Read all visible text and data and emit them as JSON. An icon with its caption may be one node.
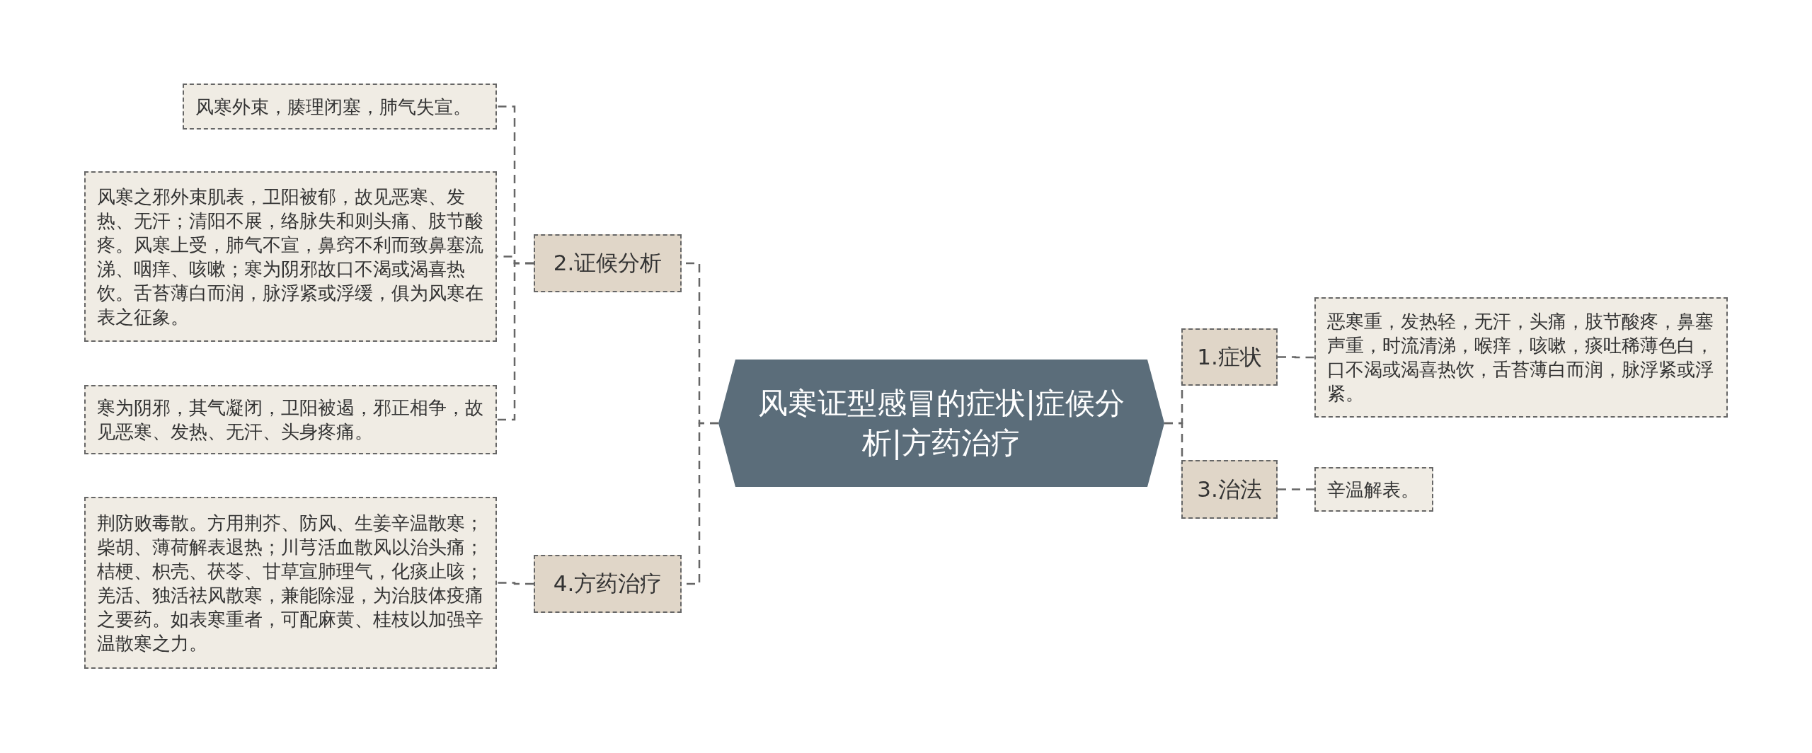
{
  "diagram": {
    "nodes": [
      {
        "text": [
          "风寒证型感冒的症状|症候分析|方药治疗"
        ]
      },
      {
        "text": [
          "1.症状"
        ]
      },
      {
        "text": [
          "恶寒重，发热轻，无汗，头痛，肢节酸疼，鼻塞声重，时流清涕，喉痒，咳嗽，痰吐稀薄色白，口不渴或渴喜热饮，舌苔薄白而润，脉浮紧或浮紧。"
        ]
      },
      {
        "text": [
          "2.证候分析"
        ]
      },
      {
        "text": [
          "风寒外束，腠理闭塞，肺气失宣。"
        ]
      },
      {
        "text": [
          "风寒之邪外束肌表，卫阳被郁，故见恶寒、发热、无汗；清阳不展，络脉失和则头痛、肢节酸疼。风寒上受，肺气不宣，鼻窍不利而致鼻塞流涕、咽痒、咳嗽；寒为阴邪故口不渴或渴喜热饮。舌苔薄白而润，脉浮紧或浮缓，俱为风寒在表之征象。"
        ]
      },
      {
        "text": [
          "寒为阴邪，其气凝闭，卫阳被遏，邪正相争，故见恶寒、发热、无汗、头身疼痛。"
        ]
      },
      {
        "text": [
          "3.治法"
        ]
      },
      {
        "text": [
          "辛温解表。"
        ]
      },
      {
        "text": [
          "4.方药治疗"
        ]
      },
      {
        "text": [
          "荆防败毒散。方用荆芥、防风、生姜辛温散寒；柴胡、薄荷解表退热；川芎活血散风以治头痛；桔梗、枳壳、茯苓、甘草宣肺理气，化痰止咳；羌活、独活祛风散寒，兼能除湿，为治肢体疫痛之要药。如表寒重者，可配麻黄、桂枝以加强辛温散寒之力。"
        ]
      }
    ],
    "edges": [
      {
        "from": 0,
        "to": 1,
        "arrow": "none"
      },
      {
        "from": 1,
        "to": 2,
        "arrow": "none"
      },
      {
        "from": 0,
        "to": 3,
        "arrow": "none"
      },
      {
        "from": 3,
        "to": 4,
        "arrow": "none"
      },
      {
        "from": 3,
        "to": 5,
        "arrow": "none"
      },
      {
        "from": 3,
        "to": 6,
        "arrow": "none"
      },
      {
        "from": 0,
        "to": 7,
        "arrow": "none"
      },
      {
        "from": 7,
        "to": 8,
        "arrow": "none"
      },
      {
        "from": 0,
        "to": 9,
        "arrow": "none"
      },
      {
        "from": 9,
        "to": 10,
        "arrow": "none"
      }
    ]
  }
}
